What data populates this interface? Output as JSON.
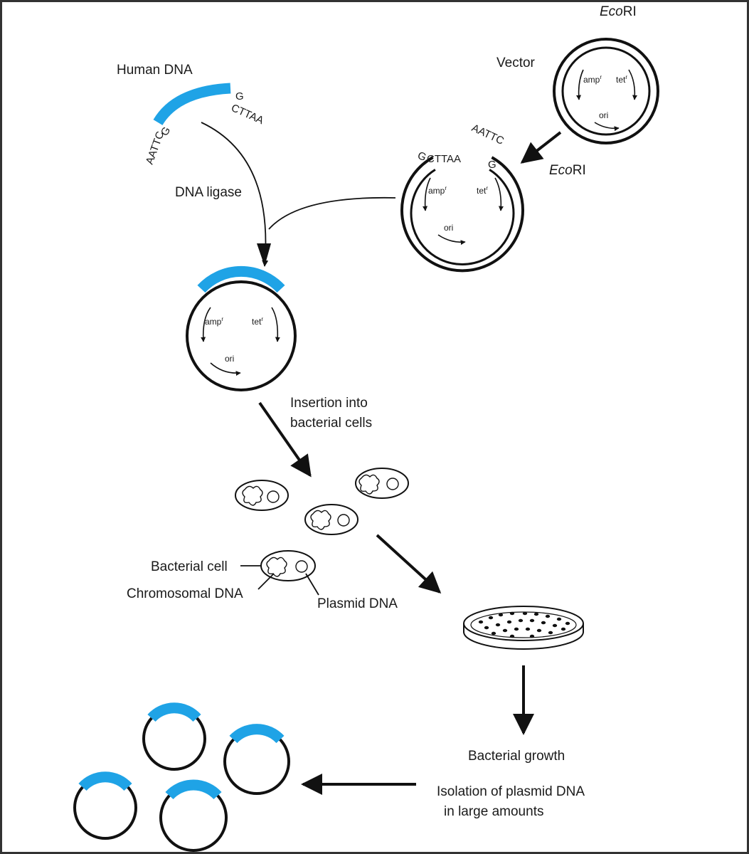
{
  "labels": {
    "ecori_top": "RI",
    "ecori_top_italic": "Eco",
    "vector": "Vector",
    "human_dna": "Human DNA",
    "dna_ligase": "DNA ligase",
    "ecori_mid": "RI",
    "ecori_mid_italic": "Eco",
    "insertion_line1": "Insertion into",
    "insertion_line2": "bacterial cells",
    "bacterial_cell": "Bacterial cell",
    "chromosomal_dna": "Chromosomal DNA",
    "plasmid_dna": "Plasmid DNA",
    "bacterial_growth": "Bacterial growth",
    "isolation_line1": "Isolation of plasmid DNA",
    "isolation_line2": "in large amounts"
  },
  "genes": {
    "amp": "amp",
    "amp_sup": "r",
    "tet": "tet",
    "tet_sup": "r",
    "ori": "ori"
  },
  "sequences": {
    "human_left_g": "G",
    "human_left_aattc": "AATTC",
    "human_right_g": "G",
    "human_right_cttaa": "CTTAA",
    "vector_left_g": "G",
    "vector_left_cttaa": "CTTAA",
    "vector_right_aattc": "AATTC",
    "vector_right_g": "G"
  },
  "colors": {
    "insert_dna": "#1fa3e6",
    "line": "#111111",
    "border": "#333333"
  }
}
